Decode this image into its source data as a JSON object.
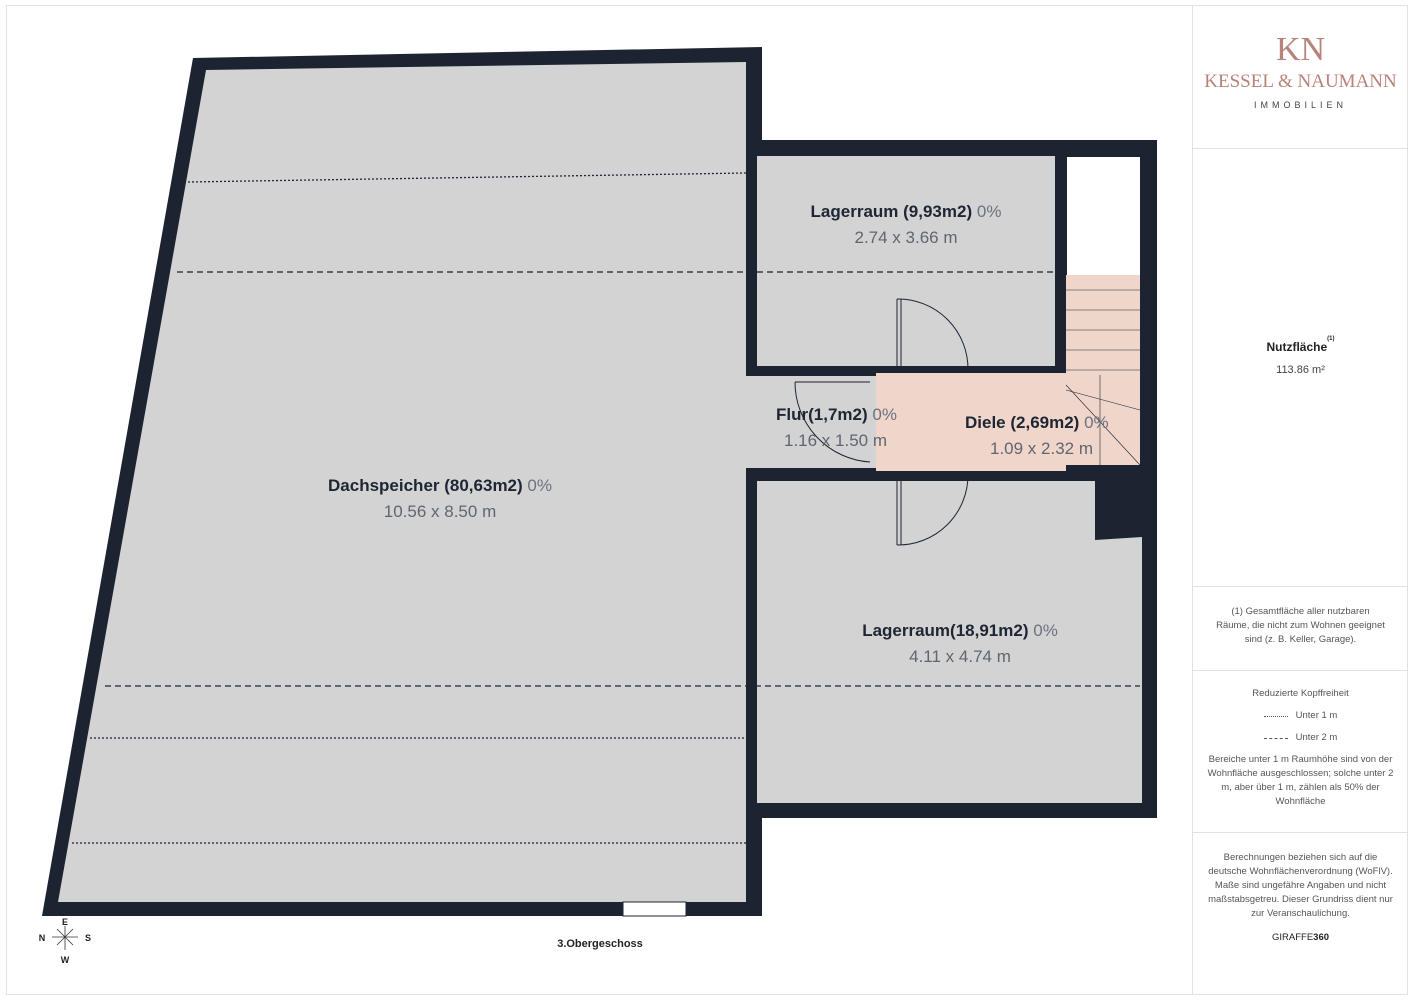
{
  "brand": {
    "mark": "KN",
    "name": "KESSEL & NAUMANN",
    "subtitle": "IMMOBILIEN",
    "color": "#b88278"
  },
  "summary": {
    "title": "Nutzfläche",
    "superscript": "(1)",
    "value": "113.86 m²"
  },
  "footnote": "(1) Gesamtfläche aller nutzbaren Räume, die nicht zum Wohnen geeignet sind (z. B. Keller, Garage).",
  "legend": {
    "title": "Reduzierte Kopffreiheit",
    "items": [
      {
        "style": "dotted",
        "label": "Unter 1 m"
      },
      {
        "style": "dashed",
        "label": "Unter 2 m"
      }
    ],
    "note": "Bereiche unter 1 m Raumhöhe sind von der Wohnfläche ausgeschlossen; solche unter 2 m, aber über 1 m, zählen als 50% der Wohnfläche"
  },
  "disclaimer": "Berechnungen beziehen sich auf die deutsche Wohnflächenverordnung (WoFlV). Maße sind ungefähre Angaben und nicht maßstabsgetreu. Dieser Grundriss dient nur zur Veranschaulichung.",
  "provider": {
    "text": "GIRAFFE",
    "bold": "360"
  },
  "floor_label": "3.Obergeschoss",
  "compass": {
    "top": "E",
    "left": "N",
    "right": "S",
    "bottom": "W"
  },
  "rooms": [
    {
      "name": "Dachspeicher (80,63m2)",
      "pct": "0%",
      "dims": "10.56 x 8.50 m"
    },
    {
      "name": "Lagerraum (9,93m2)",
      "pct": "0%",
      "dims": "2.74 x 3.66 m"
    },
    {
      "name": "Flur(1,7m2)",
      "pct": "0%",
      "dims": "1.16 x 1.50 m"
    },
    {
      "name": "Diele (2,69m2)",
      "pct": "0%",
      "dims": "1.09 x 2.32 m"
    },
    {
      "name": "Lagerraum(18,91m2)",
      "pct": "0%",
      "dims": "4.11 x 4.74 m"
    }
  ],
  "colors": {
    "wall": "#1c2431",
    "room": "#d3d3d3",
    "highlight": "#f0d6ca"
  }
}
